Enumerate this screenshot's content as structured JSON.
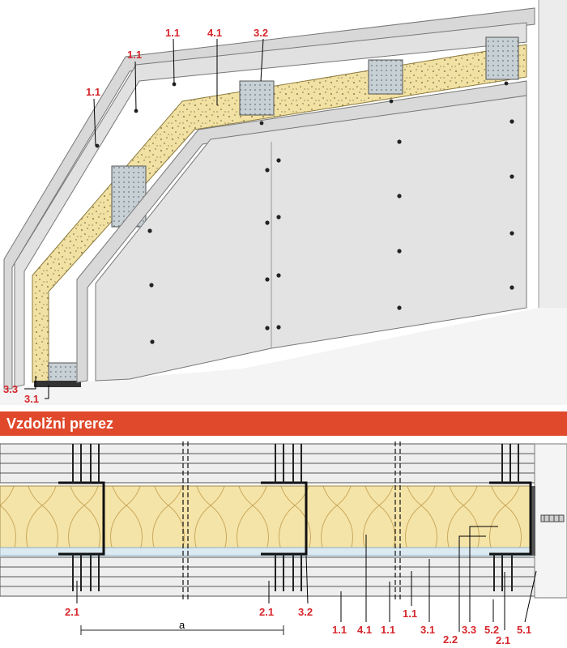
{
  "section_title": "Vzdolžni prerez",
  "colors": {
    "label": "#d6262b",
    "banner": "#e0492c",
    "board": "#dcdcdc",
    "insulation": "#f3e3a7",
    "steel": "#9aa3a8"
  },
  "top_labels": {
    "l_1_1_a": "1.1",
    "l_1_1_b": "1.1",
    "l_1_1_c": "1.1",
    "l_4_1": "4.1",
    "l_3_2": "3.2",
    "l_3_3": "3.3",
    "l_3_1": "3.1"
  },
  "bottom_labels": {
    "b_2_1_a": "2.1",
    "b_a": "a",
    "b_2_1_b": "2.1",
    "b_3_2": "3.2",
    "b_1_1_a": "1.1",
    "b_4_1": "4.1",
    "b_1_1_b": "1.1",
    "b_1_1_c": "1.1",
    "b_3_1": "3.1",
    "b_2_2": "2.2",
    "b_3_3": "3.3",
    "b_5_2": "5.2",
    "b_2_1_c": "2.1",
    "b_5_1": "5.1"
  }
}
